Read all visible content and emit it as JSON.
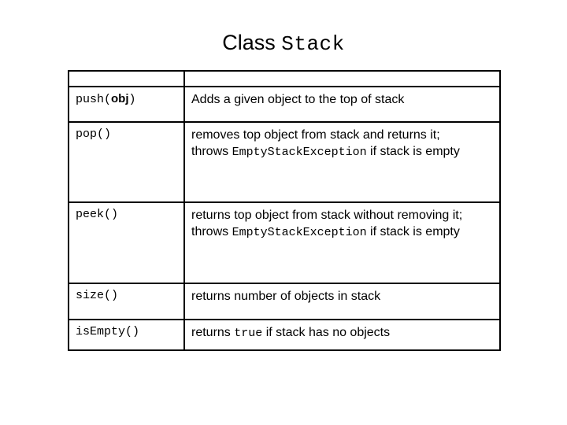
{
  "slide": {
    "title_prefix": "Class ",
    "title_code": "Stack",
    "background_color": "#ffffff",
    "text_color": "#000000",
    "border_color": "#000000"
  },
  "table": {
    "header": {
      "signature": "",
      "description": ""
    },
    "rows": [
      {
        "signature_prefix": "push(",
        "signature_bold": "obj",
        "signature_suffix": ")",
        "description_parts": [
          {
            "text": "Adds a given object to the top of stack",
            "style": "sans"
          }
        ]
      },
      {
        "signature_prefix": "pop()",
        "signature_bold": "",
        "signature_suffix": "",
        "description_parts": [
          {
            "text": "removes top object from stack and returns it;",
            "style": "sans"
          },
          {
            "text": "break",
            "style": "break"
          },
          {
            "text": "throws ",
            "style": "sans"
          },
          {
            "text": "EmptyStackException",
            "style": "mono"
          },
          {
            "text": " if stack is empty",
            "style": "sans"
          }
        ]
      },
      {
        "signature_prefix": "peek()",
        "signature_bold": "",
        "signature_suffix": "",
        "description_parts": [
          {
            "text": "returns top object from stack without removing it;",
            "style": "sans"
          },
          {
            "text": "break",
            "style": "break"
          },
          {
            "text": "throws ",
            "style": "sans"
          },
          {
            "text": "EmptyStackException",
            "style": "mono"
          },
          {
            "text": " if stack is empty",
            "style": "sans"
          }
        ]
      },
      {
        "signature_prefix": "size()",
        "signature_bold": "",
        "signature_suffix": "",
        "description_parts": [
          {
            "text": "returns number of objects in stack",
            "style": "sans"
          }
        ]
      },
      {
        "signature_prefix": "isEmpty()",
        "signature_bold": "",
        "signature_suffix": "",
        "description_parts": [
          {
            "text": "returns ",
            "style": "sans"
          },
          {
            "text": "true",
            "style": "mono"
          },
          {
            "text": " if stack has no objects",
            "style": "sans"
          }
        ]
      }
    ]
  }
}
